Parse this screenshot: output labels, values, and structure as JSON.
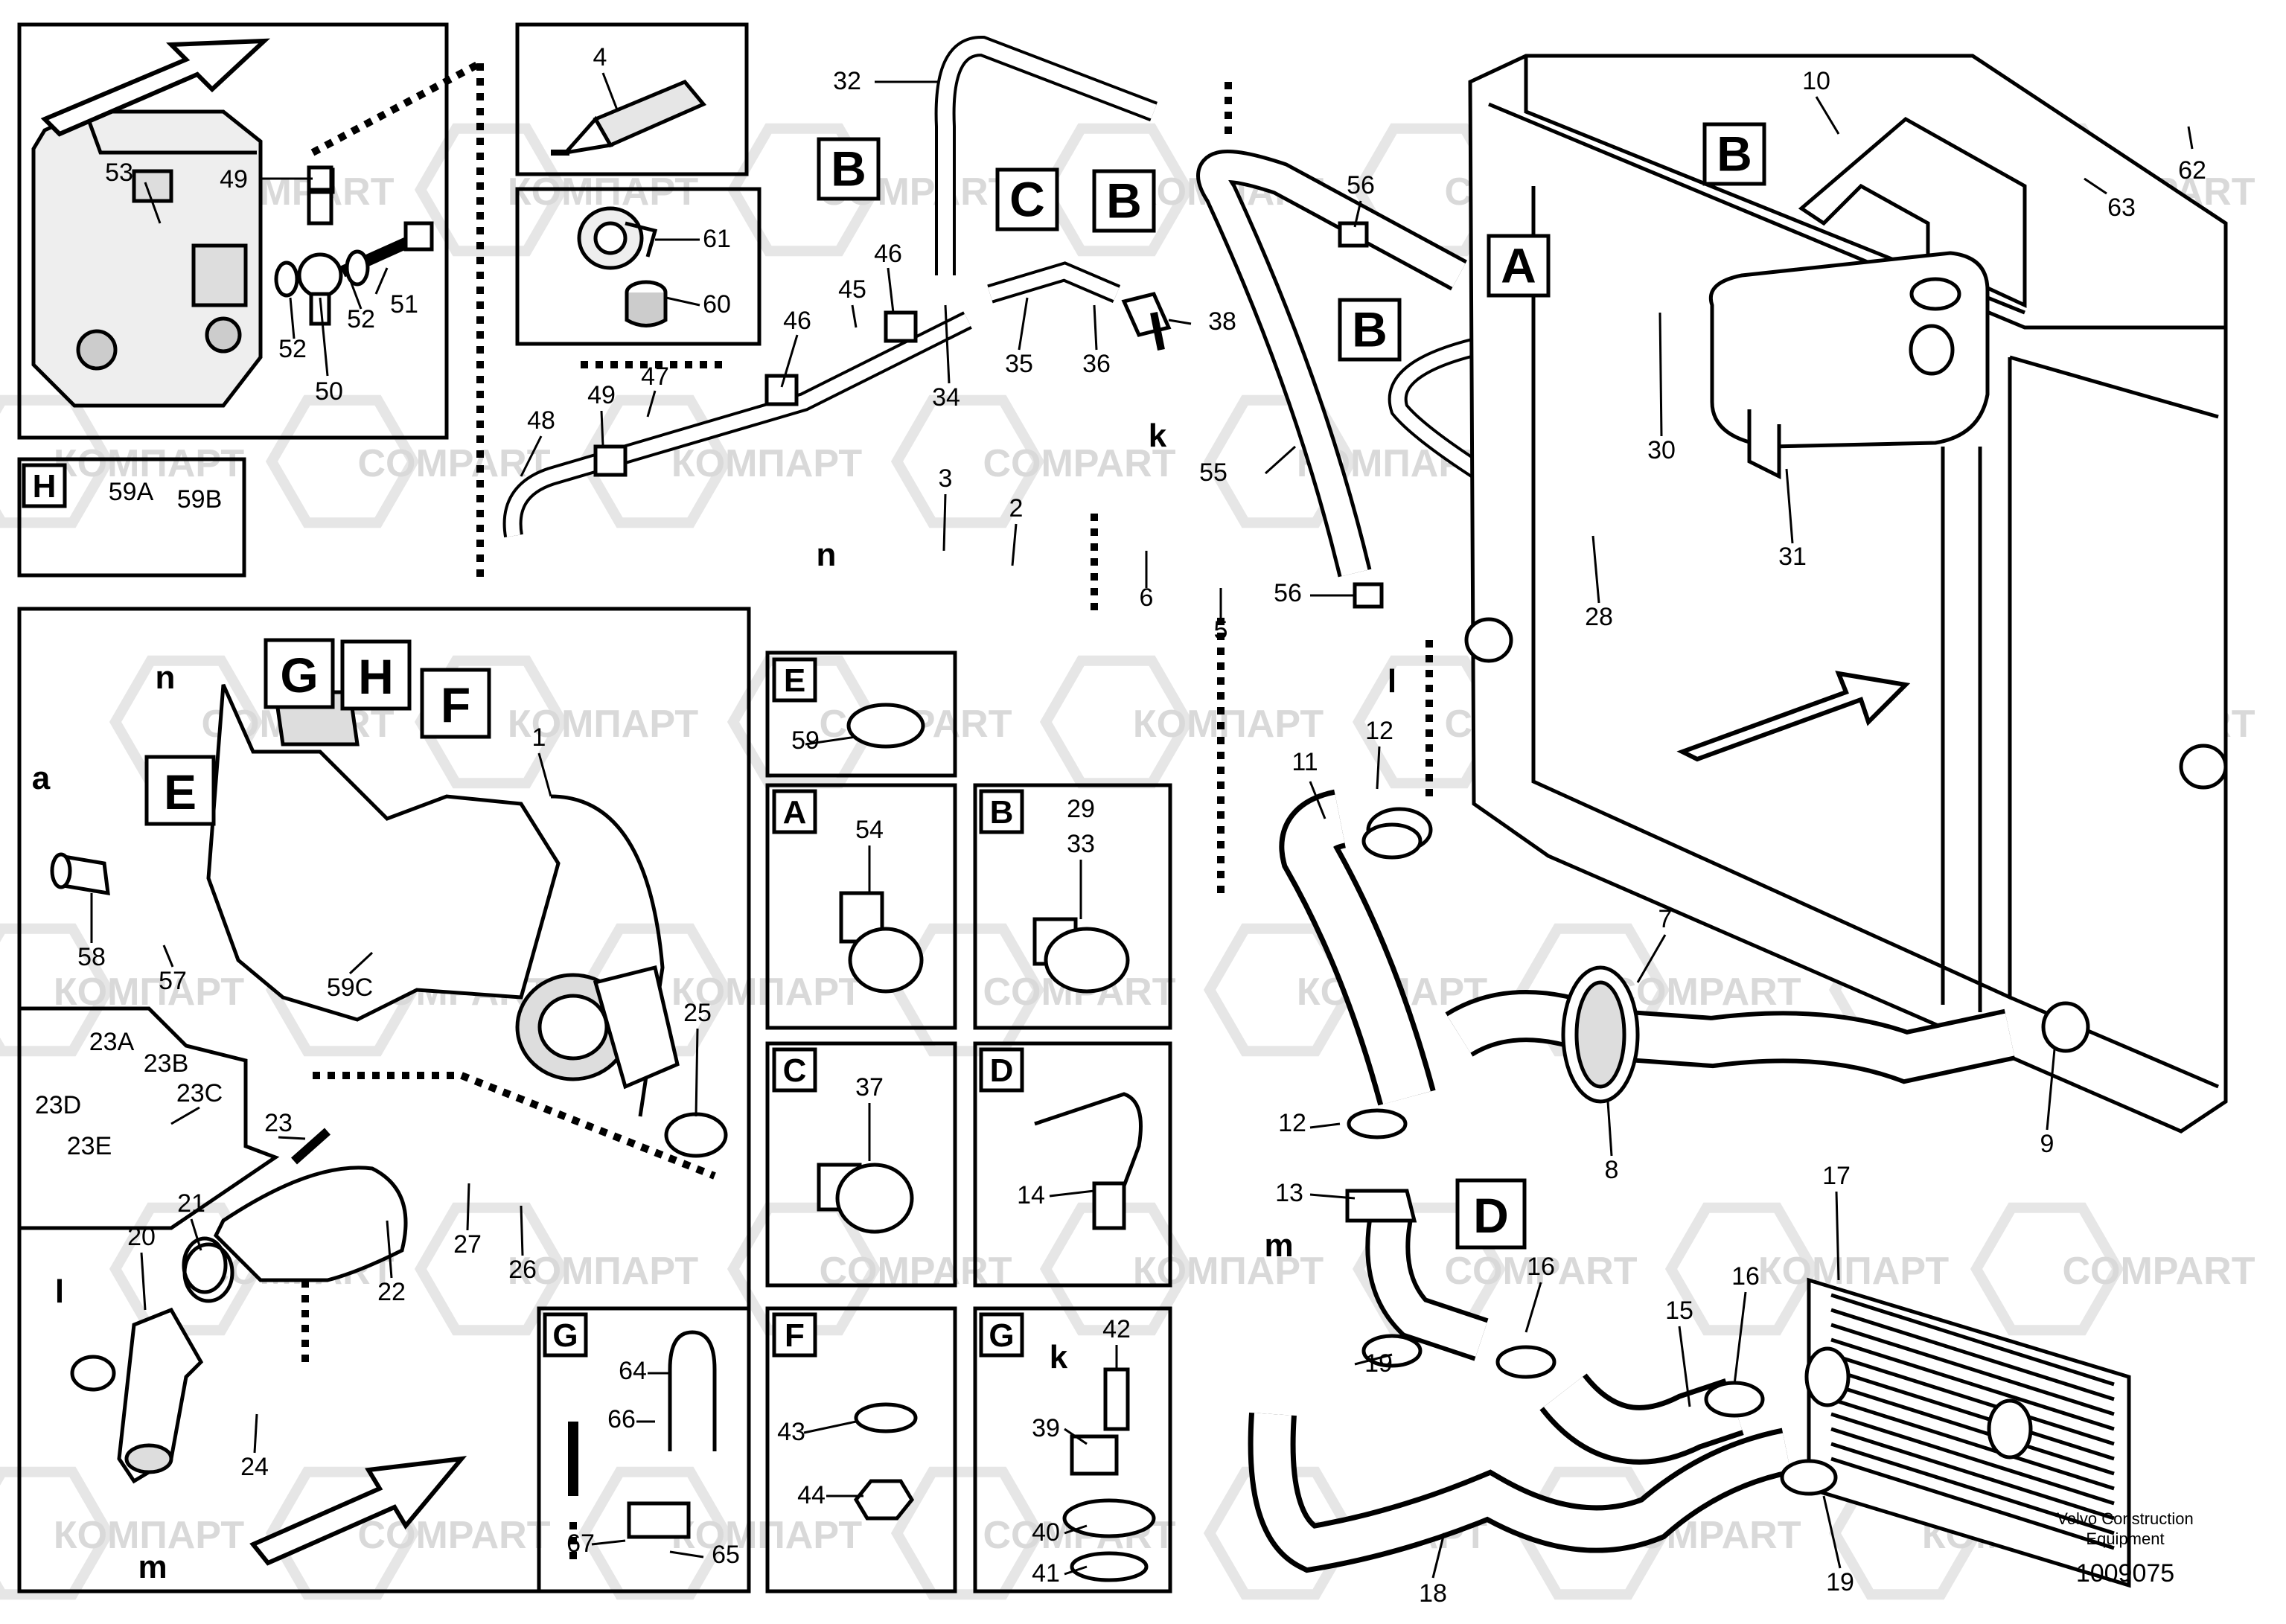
{
  "watermarks": [
    "COMPART",
    "КОМПАРТ"
  ],
  "section_letters": [
    "A",
    "B",
    "C",
    "D",
    "E",
    "F",
    "G",
    "H"
  ],
  "lower_letters": [
    "a",
    "k",
    "l",
    "m",
    "n"
  ],
  "part_labels": [
    "1",
    "2",
    "3",
    "4",
    "5",
    "6",
    "7",
    "8",
    "9",
    "10",
    "11",
    "12",
    "13",
    "14",
    "15",
    "16",
    "17",
    "18",
    "19",
    "20",
    "21",
    "22",
    "23",
    "24",
    "25",
    "26",
    "27",
    "28",
    "29",
    "30",
    "31",
    "32",
    "33",
    "34",
    "35",
    "36",
    "37",
    "38",
    "39",
    "40",
    "41",
    "42",
    "43",
    "44",
    "45",
    "46",
    "47",
    "48",
    "49",
    "50",
    "51",
    "52",
    "53",
    "54",
    "55",
    "56",
    "57",
    "58",
    "59",
    "60",
    "61",
    "62",
    "63",
    "64",
    "65",
    "66",
    "67",
    "23A",
    "23B",
    "23C",
    "23D",
    "23E",
    "59A",
    "59B",
    "59C"
  ],
  "legend": {
    "A": "54",
    "B": "29 33",
    "C": "37",
    "D": "14",
    "E": "59",
    "F": "43 44",
    "G": "39 40 41 42",
    "H": "59A 59B"
  },
  "footer": {
    "maker_line1": "Volvo Construction",
    "maker_line2": "Equipment",
    "doc_number": "1009075"
  }
}
